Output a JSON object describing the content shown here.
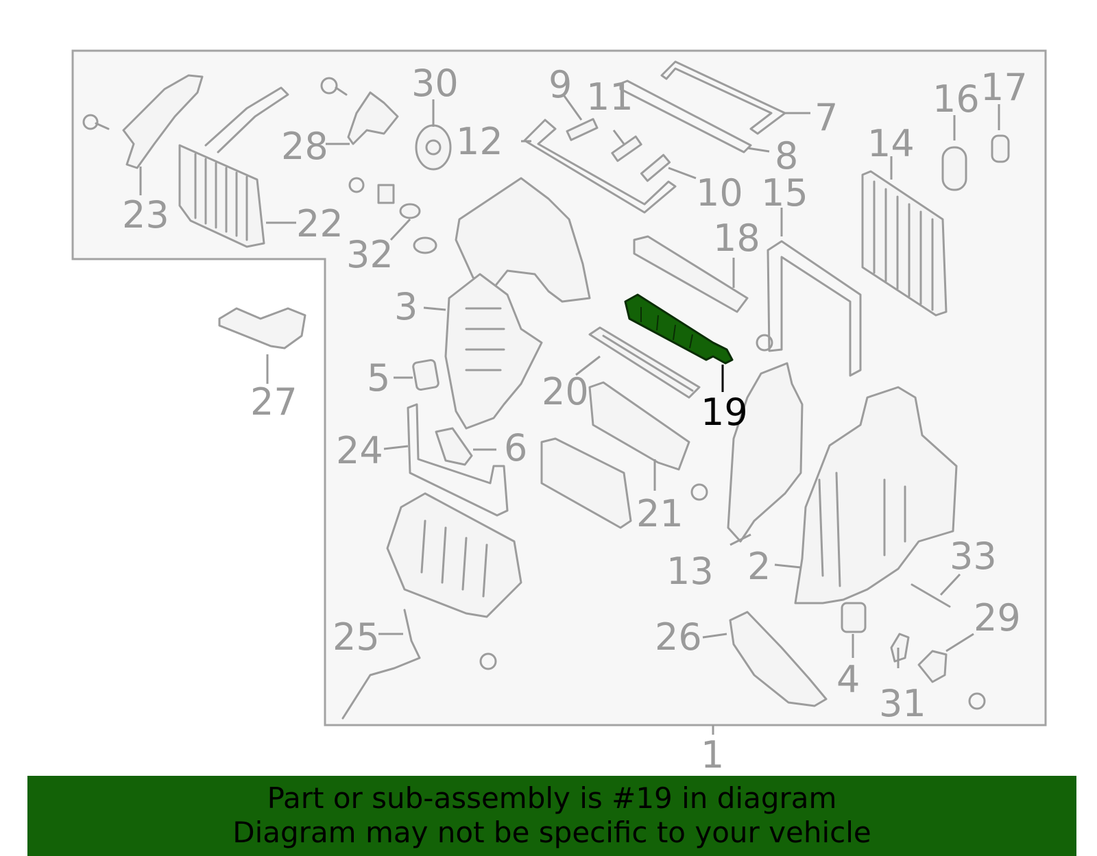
{
  "callouts": [
    "1",
    "2",
    "3",
    "4",
    "5",
    "6",
    "7",
    "8",
    "9",
    "10",
    "11",
    "12",
    "13",
    "14",
    "15",
    "16",
    "17",
    "18",
    "19",
    "20",
    "21",
    "22",
    "23",
    "24",
    "25",
    "26",
    "27",
    "28",
    "29",
    "30",
    "31",
    "32",
    "33"
  ],
  "highlighted_part": "19",
  "colors": {
    "highlight": "#136207",
    "outline": "#9c9c9c",
    "background": "#f7f7f7",
    "banner": "#136207"
  },
  "footer": {
    "line1": "Part or sub-assembly is #19 in diagram",
    "line2": "Diagram may not be specific to your vehicle"
  }
}
